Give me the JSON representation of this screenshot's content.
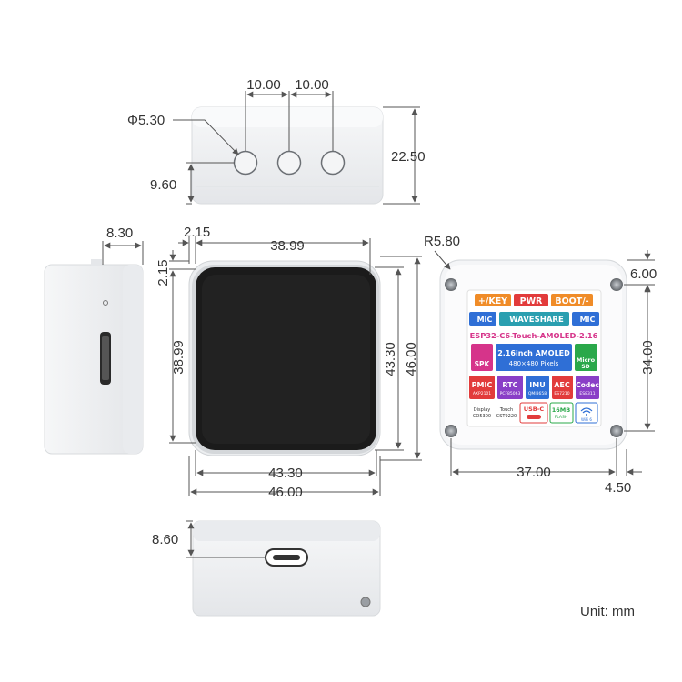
{
  "dimensions": {
    "top_view": {
      "spacing_1": "10.00",
      "spacing_2": "10.00",
      "button_diameter": "Φ5.30",
      "height": "22.50",
      "button_offset": "9.60"
    },
    "side_view": {
      "depth": "8.30"
    },
    "front_view": {
      "bezel_top": "2.15",
      "bezel_left": "2.15",
      "screen_width": "38.99",
      "screen_height": "38.99",
      "inner_height": "43.30",
      "outer_height": "46.00",
      "inner_width": "43.30",
      "outer_width": "46.00"
    },
    "back_view": {
      "corner_radius": "R5.80",
      "hole_top_offset": "6.00",
      "hole_vspacing": "34.00",
      "hole_hspacing": "37.00",
      "hole_side_offset": "4.50"
    },
    "bottom_view": {
      "port_offset": "8.60"
    }
  },
  "unit_label": "Unit: mm",
  "sticker": {
    "key_label": "+/KEY",
    "pwr_label": "PWR",
    "boot_label": "BOOT/-",
    "mic_left": "MIC",
    "mic_right": "MIC",
    "brand": "WAVESHARE",
    "model": "ESP32-C6-Touch-AMOLED-2.16",
    "spk": "SPK",
    "display_line1": "2.16inch AMOLED",
    "display_line2": "480×480 Pixels",
    "micro_sd_1": "Micro",
    "micro_sd_2": "SD",
    "pmic": "PMIC",
    "pmic_chip": "AXP2101",
    "rtc": "RTC",
    "rtc_chip": "PCF85063",
    "imu": "IMU",
    "imu_chip": "QMI8658",
    "aec": "AEC",
    "aec_chip": "ES7210",
    "codec": "Codec",
    "codec_chip": "ES8311",
    "display_chip_label": "Display",
    "display_chip": "CO5300",
    "touch_chip_label": "Touch",
    "touch_chip": "CST9220",
    "usbc": "USB-C",
    "flash_1": "16MB",
    "flash_2": "FLASH",
    "wifi": "WiFi 6"
  },
  "colors": {
    "orange": "#f08c28",
    "red": "#e23b3b",
    "blue": "#2f6fd6",
    "purple": "#8a3fc7",
    "magenta": "#d6348a",
    "green": "#2aa84a",
    "teal": "#2a9fb0",
    "screen": "#1b1b1b",
    "shell": "#eef0f2"
  }
}
